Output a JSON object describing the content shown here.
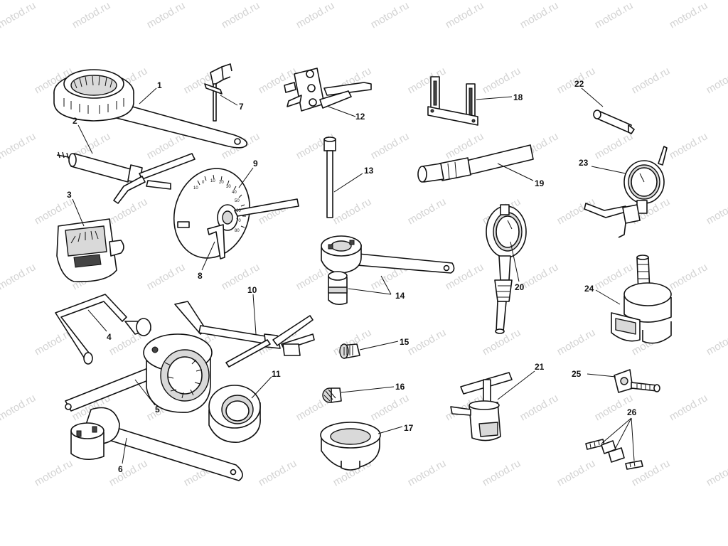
{
  "watermark": "motod.ru",
  "callouts": [
    "1",
    "2",
    "3",
    "4",
    "5",
    "6",
    "7",
    "8",
    "9",
    "10",
    "11",
    "12",
    "13",
    "14",
    "15",
    "16",
    "17",
    "18",
    "19",
    "20",
    "21",
    "22",
    "23",
    "24",
    "25",
    "26"
  ],
  "dial_marks": [
    "10",
    "0",
    "10",
    "20",
    "30",
    "40",
    "50",
    "60",
    "70",
    "80"
  ]
}
